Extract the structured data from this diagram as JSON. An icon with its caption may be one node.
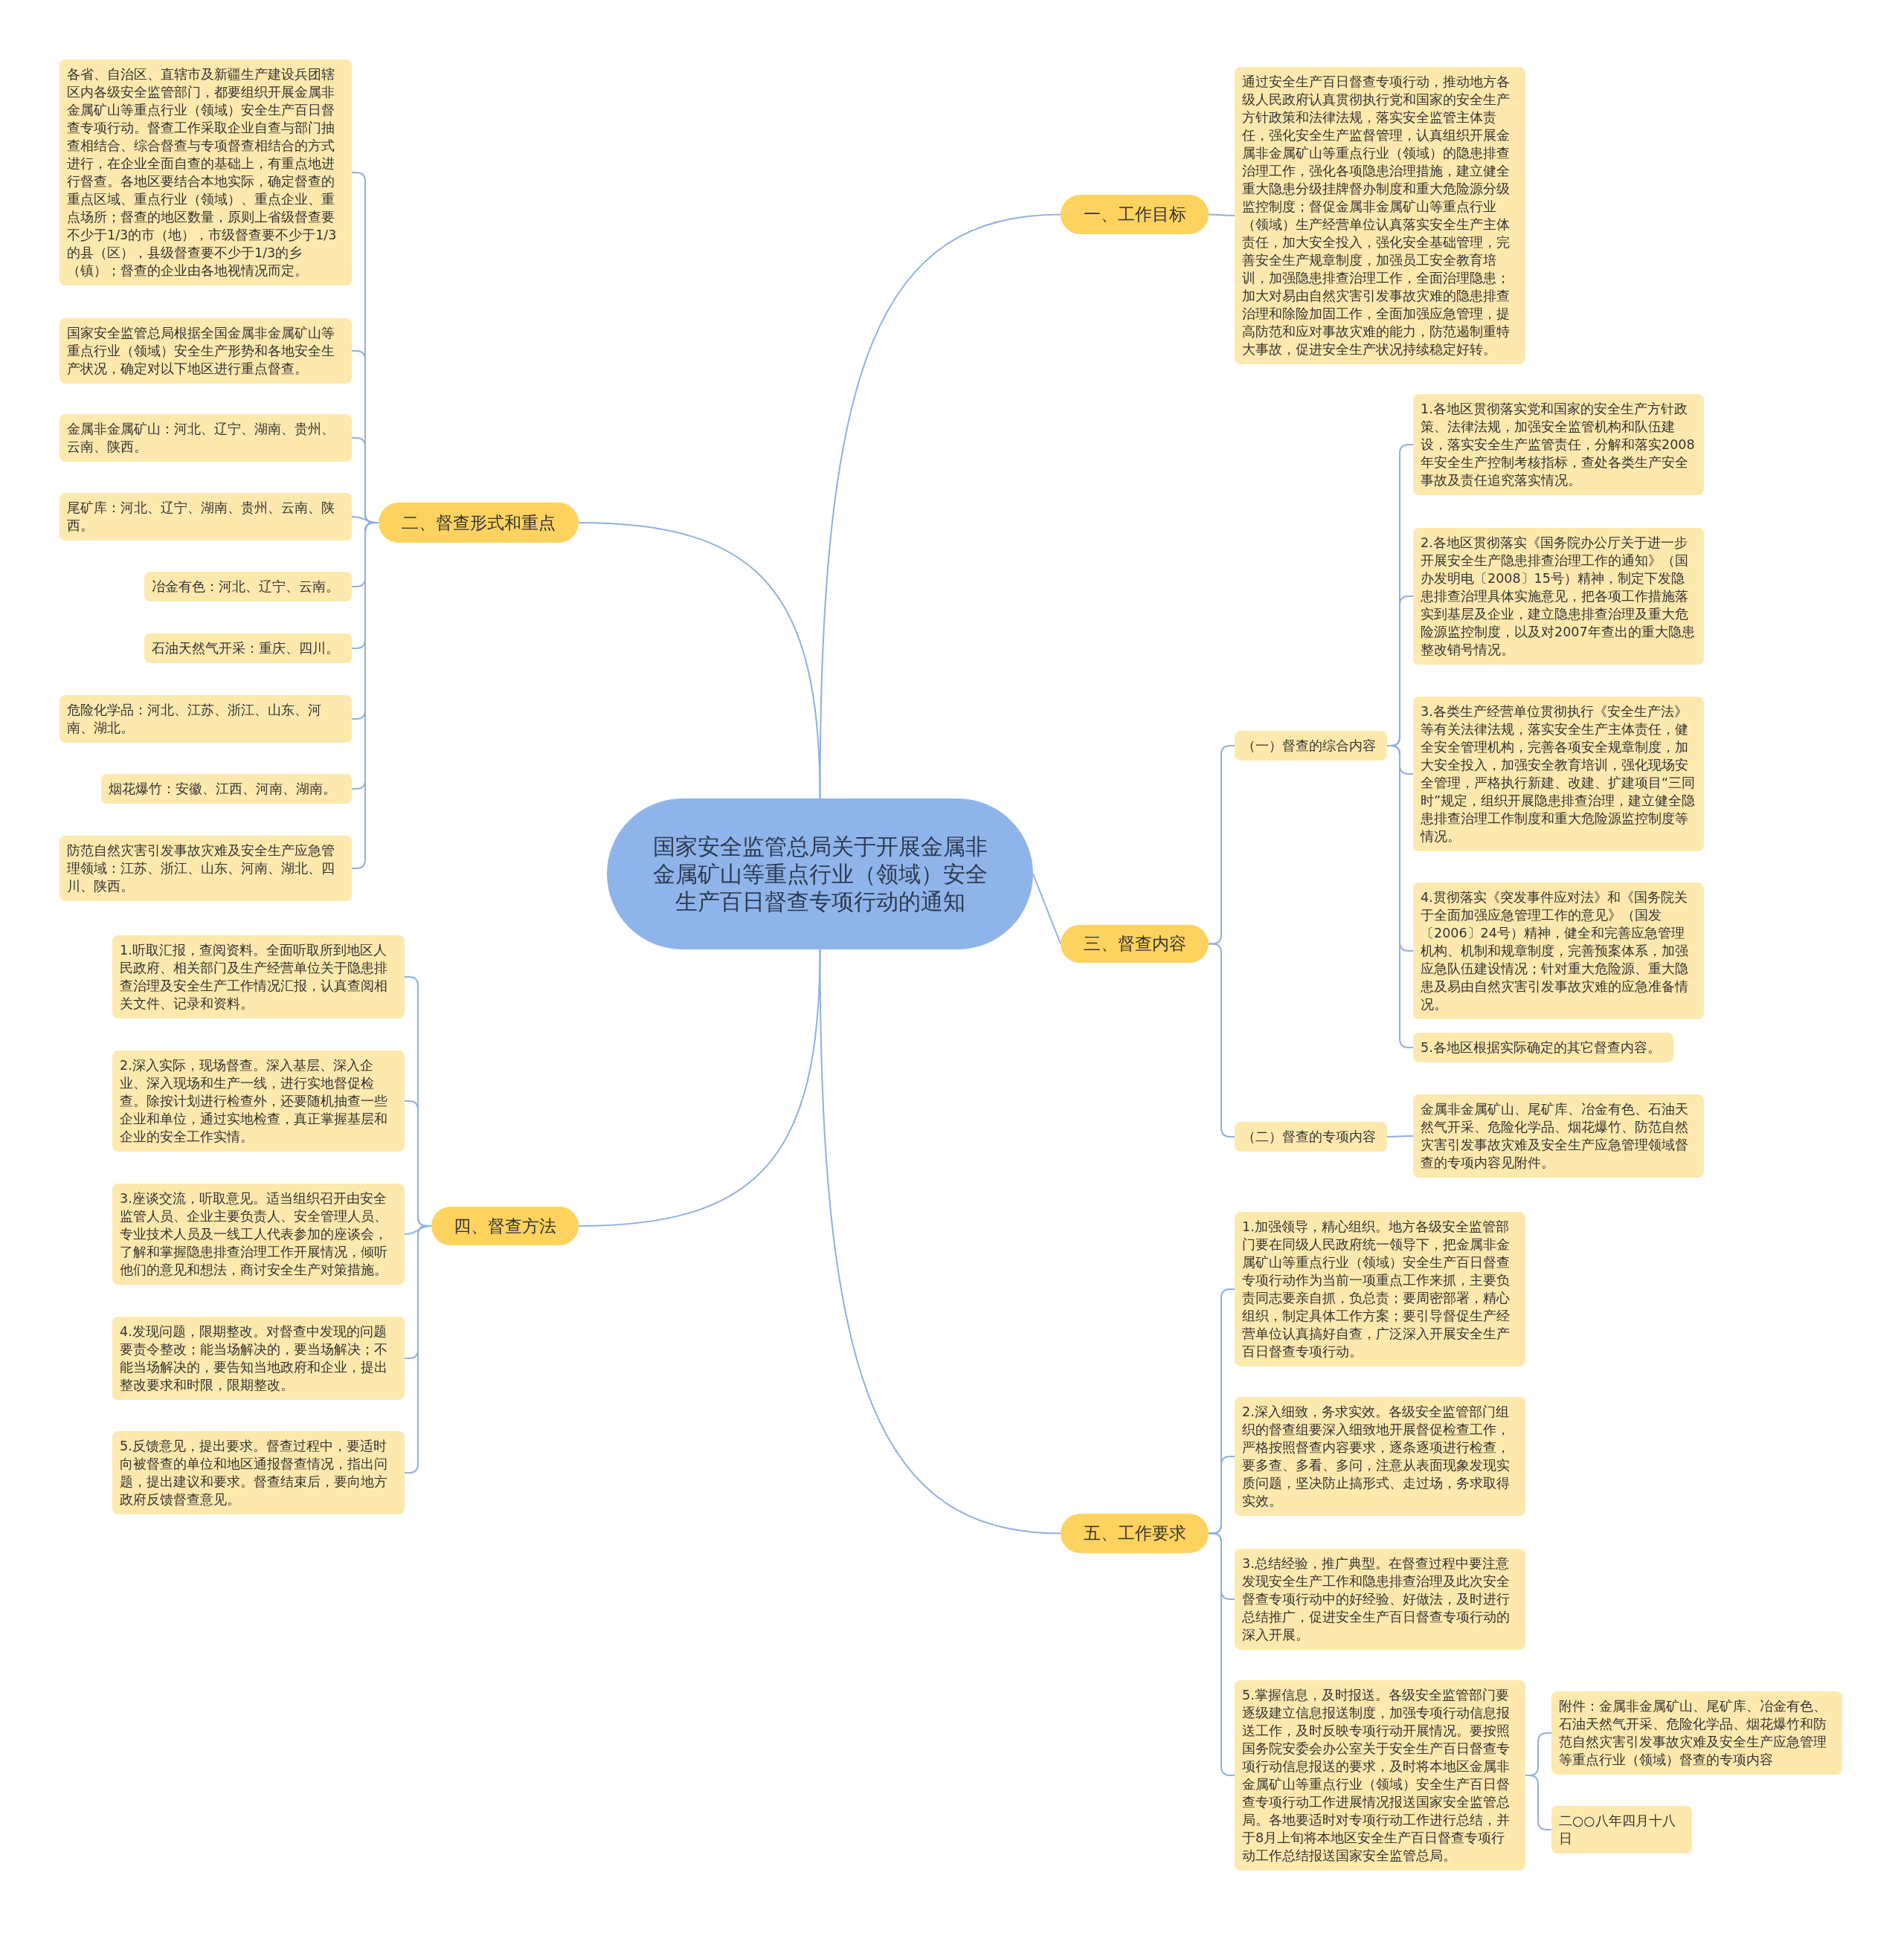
{
  "diagram": {
    "nodes": [
      {
        "text": [
          "国家安全监管总局关于开展金属非金属矿山等重点行业（领域）安全生产百日督查专项行动的通知"
        ]
      },
      {
        "text": [
          "一、工作目标"
        ]
      },
      {
        "text": [
          "通过安全生产百日督查专项行动，推动地方各级人民政府认真贯彻执行党和国家的安全生产方针政策和法律法规，落实安全监管主体责任，强化安全生产监督管理，认真组织开展金属非金属矿山等重点行业（领域）的隐患排查治理工作，强化各项隐患治理措施，建立健全重大隐患分级挂牌督办制度和重大危险源分级监控制度；督促金属非金属矿山等重点行业（领域）生产经营单位认真落实安全生产主体责任，加大安全投入，强化安全基础管理，完善安全生产规章制度，加强员工安全教育培训，加强隐患排查治理工作，全面治理隐患；加大对易由自然灾害引发事故灾难的隐患排查治理和除险加固工作，全面加强应急管理，提高防范和应对事故灾难的能力，防范遏制重特大事故，促进安全生产状况持续稳定好转。"
        ]
      },
      {
        "text": [
          "二、督查形式和重点"
        ]
      },
      {
        "text": [
          "各省、自治区、直辖市及新疆生产建设兵团辖区内各级安全监管部门，都要组织开展金属非金属矿山等重点行业（领域）安全生产百日督查专项行动。督查工作采取企业自查与部门抽查相结合、综合督查与专项督查相结合的方式进行，在企业全面自查的基础上，有重点地进行督查。各地区要结合本地实际，确定督查的重点区域、重点行业（领域）、重点企业、重点场所；督查的地区数量，原则上省级督查要不少于1/3的市（地），市级督查要不少于1/3的县（区），县级督查要不少于1/3的乡（镇）；督查的企业由各地视情况而定。"
        ]
      },
      {
        "text": [
          "国家安全监管总局根据全国金属非金属矿山等重点行业（领域）安全生产形势和各地安全生产状况，确定对以下地区进行重点督查。"
        ]
      },
      {
        "text": [
          "金属非金属矿山：河北、辽宁、湖南、贵州、云南、陕西。"
        ]
      },
      {
        "text": [
          "尾矿库：河北、辽宁、湖南、贵州、云南、陕西。"
        ]
      },
      {
        "text": [
          "冶金有色：河北、辽宁、云南。"
        ]
      },
      {
        "text": [
          "石油天然气开采：重庆、四川。"
        ]
      },
      {
        "text": [
          "危险化学品：河北、江苏、浙江、山东、河南、湖北。"
        ]
      },
      {
        "text": [
          "烟花爆竹：安徽、江西、河南、湖南。"
        ]
      },
      {
        "text": [
          "防范自然灾害引发事故灾难及安全生产应急管理领域：江苏、浙江、山东、河南、湖北、四川、陕西。"
        ]
      },
      {
        "text": [
          "三、督查内容"
        ]
      },
      {
        "text": [
          "（一）督查的综合内容"
        ]
      },
      {
        "text": [
          "1.各地区贯彻落实党和国家的安全生产方针政策、法律法规，加强安全监管机构和队伍建设，落实安全生产监管责任，分解和落实2008年安全生产控制考核指标，查处各类生产安全事故及责任追究落实情况。"
        ]
      },
      {
        "text": [
          "2.各地区贯彻落实《国务院办公厅关于进一步开展安全生产隐患排查治理工作的通知》（国办发明电〔2008〕15号）精神，制定下发隐患排查治理具体实施意见，把各项工作措施落实到基层及企业，建立隐患排查治理及重大危险源监控制度，以及对2007年查出的重大隐患整改销号情况。"
        ]
      },
      {
        "text": [
          "3.各类生产经营单位贯彻执行《安全生产法》等有关法律法规，落实安全生产主体责任，健全安全管理机构，完善各项安全规章制度，加大安全投入，加强安全教育培训，强化现场安全管理，严格执行新建、改建、扩建项目“三同时”规定，组织开展隐患排查治理，建立健全隐患排查治理工作制度和重大危险源监控制度等情况。"
        ]
      },
      {
        "text": [
          "4.贯彻落实《突发事件应对法》和《国务院关于全面加强应急管理工作的意见》（国发〔2006〕24号）精神，健全和完善应急管理机构、机制和规章制度，完善预案体系，加强应急队伍建设情况；针对重大危险源、重大隐患及易由自然灾害引发事故灾难的应急准备情况。"
        ]
      },
      {
        "text": [
          "5.各地区根据实际确定的其它督查内容。"
        ]
      },
      {
        "text": [
          "（二）督查的专项内容"
        ]
      },
      {
        "text": [
          "金属非金属矿山、尾矿库、冶金有色、石油天然气开采、危险化学品、烟花爆竹、防范自然灾害引发事故灾难及安全生产应急管理领域督查的专项内容见附件。"
        ]
      },
      {
        "text": [
          "四、督查方法"
        ]
      },
      {
        "text": [
          "1.听取汇报，查阅资料。全面听取所到地区人民政府、相关部门及生产经营单位关于隐患排查治理及安全生产工作情况汇报，认真查阅相关文件、记录和资料。"
        ]
      },
      {
        "text": [
          "2.深入实际，现场督查。深入基层、深入企业、深入现场和生产一线，进行实地督促检查。除按计划进行检查外，还要随机抽查一些企业和单位，通过实地检查，真正掌握基层和企业的安全工作实情。"
        ]
      },
      {
        "text": [
          "3.座谈交流，听取意见。适当组织召开由安全监管人员、企业主要负责人、安全管理人员、专业技术人员及一线工人代表参加的座谈会，了解和掌握隐患排查治理工作开展情况，倾听他们的意见和想法，商讨安全生产对策措施。"
        ]
      },
      {
        "text": [
          "4.发现问题，限期整改。对督查中发现的问题要责令整改；能当场解决的，要当场解决；不能当场解决的，要告知当地政府和企业，提出整改要求和时限，限期整改。"
        ]
      },
      {
        "text": [
          "5.反馈意见，提出要求。督查过程中，要适时向被督查的单位和地区通报督查情况，指出问题，提出建议和要求。督查结束后，要向地方政府反馈督查意见。"
        ]
      },
      {
        "text": [
          "五、工作要求"
        ]
      },
      {
        "text": [
          "1.加强领导，精心组织。地方各级安全监管部门要在同级人民政府统一领导下，把金属非金属矿山等重点行业（领域）安全生产百日督查专项行动作为当前一项重点工作来抓，主要负责同志要亲自抓，负总责；要周密部署，精心组织，制定具体工作方案；要引导督促生产经营单位认真搞好自查，广泛深入开展安全生产百日督查专项行动。"
        ]
      },
      {
        "text": [
          "2.深入细致，务求实效。各级安全监管部门组织的督查组要深入细致地开展督促检查工作，严格按照督查内容要求，逐条逐项进行检查，要多查、多看、多问，注意从表面现象发现实质问题，坚决防止搞形式、走过场，务求取得实效。"
        ]
      },
      {
        "text": [
          "3.总结经验，推广典型。在督查过程中要注意发现安全生产工作和隐患排查治理及此次安全督查专项行动中的好经验、好做法，及时进行总结推广，促进安全生产百日督查专项行动的深入开展。"
        ]
      },
      {
        "text": [
          "5.掌握信息，及时报送。各级安全监管部门要逐级建立信息报送制度，加强专项行动信息报送工作，及时反映专项行动开展情况。要按照国务院安委会办公室关于安全生产百日督查专项行动信息报送的要求，及时将本地区金属非金属矿山等重点行业（领域）安全生产百日督查专项行动工作进展情况报送国家安全监管总局。各地要适时对专项行动工作进行总结，并于8月上旬将本地区安全生产百日督查专项行动工作总结报送国家安全监管总局。"
        ]
      },
      {
        "text": [
          "附件：金属非金属矿山、尾矿库、冶金有色、石油天然气开采、危险化学品、烟花爆竹和防范自然灾害引发事故灾难及安全生产应急管理等重点行业（领域）督查的专项内容"
        ]
      },
      {
        "text": [
          "二○○八年四月十八日"
        ]
      }
    ],
    "edges": [
      {
        "from": 0,
        "to": 1,
        "arrow": "none"
      },
      {
        "from": 1,
        "to": 2,
        "arrow": "none"
      },
      {
        "from": 0,
        "to": 3,
        "arrow": "none"
      },
      {
        "from": 3,
        "to": 4,
        "arrow": "none"
      },
      {
        "from": 3,
        "to": 5,
        "arrow": "none"
      },
      {
        "from": 3,
        "to": 6,
        "arrow": "none"
      },
      {
        "from": 3,
        "to": 7,
        "arrow": "none"
      },
      {
        "from": 3,
        "to": 8,
        "arrow": "none"
      },
      {
        "from": 3,
        "to": 9,
        "arrow": "none"
      },
      {
        "from": 3,
        "to": 10,
        "arrow": "none"
      },
      {
        "from": 3,
        "to": 11,
        "arrow": "none"
      },
      {
        "from": 3,
        "to": 12,
        "arrow": "none"
      },
      {
        "from": 0,
        "to": 13,
        "arrow": "none"
      },
      {
        "from": 13,
        "to": 14,
        "arrow": "none"
      },
      {
        "from": 14,
        "to": 15,
        "arrow": "none"
      },
      {
        "from": 14,
        "to": 16,
        "arrow": "none"
      },
      {
        "from": 14,
        "to": 17,
        "arrow": "none"
      },
      {
        "from": 14,
        "to": 18,
        "arrow": "none"
      },
      {
        "from": 14,
        "to": 19,
        "arrow": "none"
      },
      {
        "from": 13,
        "to": 20,
        "arrow": "none"
      },
      {
        "from": 20,
        "to": 21,
        "arrow": "none"
      },
      {
        "from": 0,
        "to": 22,
        "arrow": "none"
      },
      {
        "from": 22,
        "to": 23,
        "arrow": "none"
      },
      {
        "from": 22,
        "to": 24,
        "arrow": "none"
      },
      {
        "from": 22,
        "to": 25,
        "arrow": "none"
      },
      {
        "from": 22,
        "to": 26,
        "arrow": "none"
      },
      {
        "from": 22,
        "to": 27,
        "arrow": "none"
      },
      {
        "from": 0,
        "to": 28,
        "arrow": "none"
      },
      {
        "from": 28,
        "to": 29,
        "arrow": "none"
      },
      {
        "from": 28,
        "to": 30,
        "arrow": "none"
      },
      {
        "from": 28,
        "to": 31,
        "arrow": "none"
      },
      {
        "from": 28,
        "to": 32,
        "arrow": "none"
      },
      {
        "from": 32,
        "to": 33,
        "arrow": "none"
      },
      {
        "from": 32,
        "to": 34,
        "arrow": "none"
      }
    ]
  }
}
